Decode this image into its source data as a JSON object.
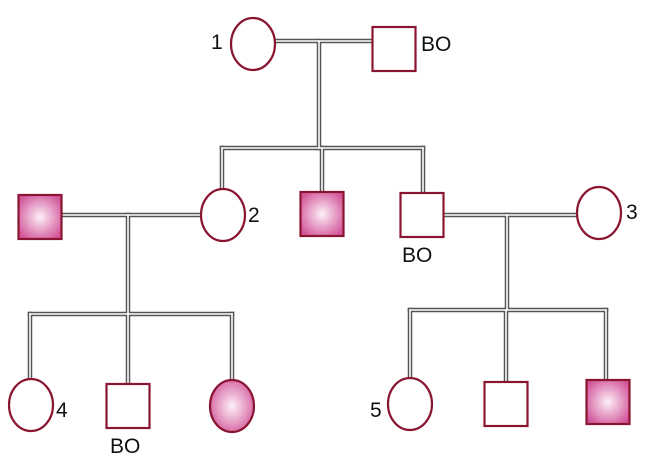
{
  "title": "Pedigree chart",
  "colors": {
    "outline": "#8a1530",
    "affected_center": "#fbe6f1",
    "affected_edge": "#d2559a",
    "line": "#555555"
  },
  "individuals": [
    {
      "id": "I-1",
      "sex": "female",
      "affected": false,
      "label": "1"
    },
    {
      "id": "I-2",
      "sex": "male",
      "affected": false,
      "label": "BO"
    },
    {
      "id": "II-1",
      "sex": "male",
      "affected": true,
      "label": ""
    },
    {
      "id": "II-2",
      "sex": "female",
      "affected": false,
      "label": "2"
    },
    {
      "id": "II-3",
      "sex": "male",
      "affected": true,
      "label": ""
    },
    {
      "id": "II-4",
      "sex": "male",
      "affected": false,
      "label": "BO"
    },
    {
      "id": "II-5",
      "sex": "female",
      "affected": false,
      "label": "3"
    },
    {
      "id": "III-1",
      "sex": "female",
      "affected": false,
      "label": "4"
    },
    {
      "id": "III-2",
      "sex": "male",
      "affected": false,
      "label": "BO"
    },
    {
      "id": "III-3",
      "sex": "female",
      "affected": true,
      "label": ""
    },
    {
      "id": "III-4",
      "sex": "female",
      "affected": false,
      "label": "5"
    },
    {
      "id": "III-5",
      "sex": "male",
      "affected": false,
      "label": ""
    },
    {
      "id": "III-6",
      "sex": "male",
      "affected": true,
      "label": ""
    }
  ]
}
